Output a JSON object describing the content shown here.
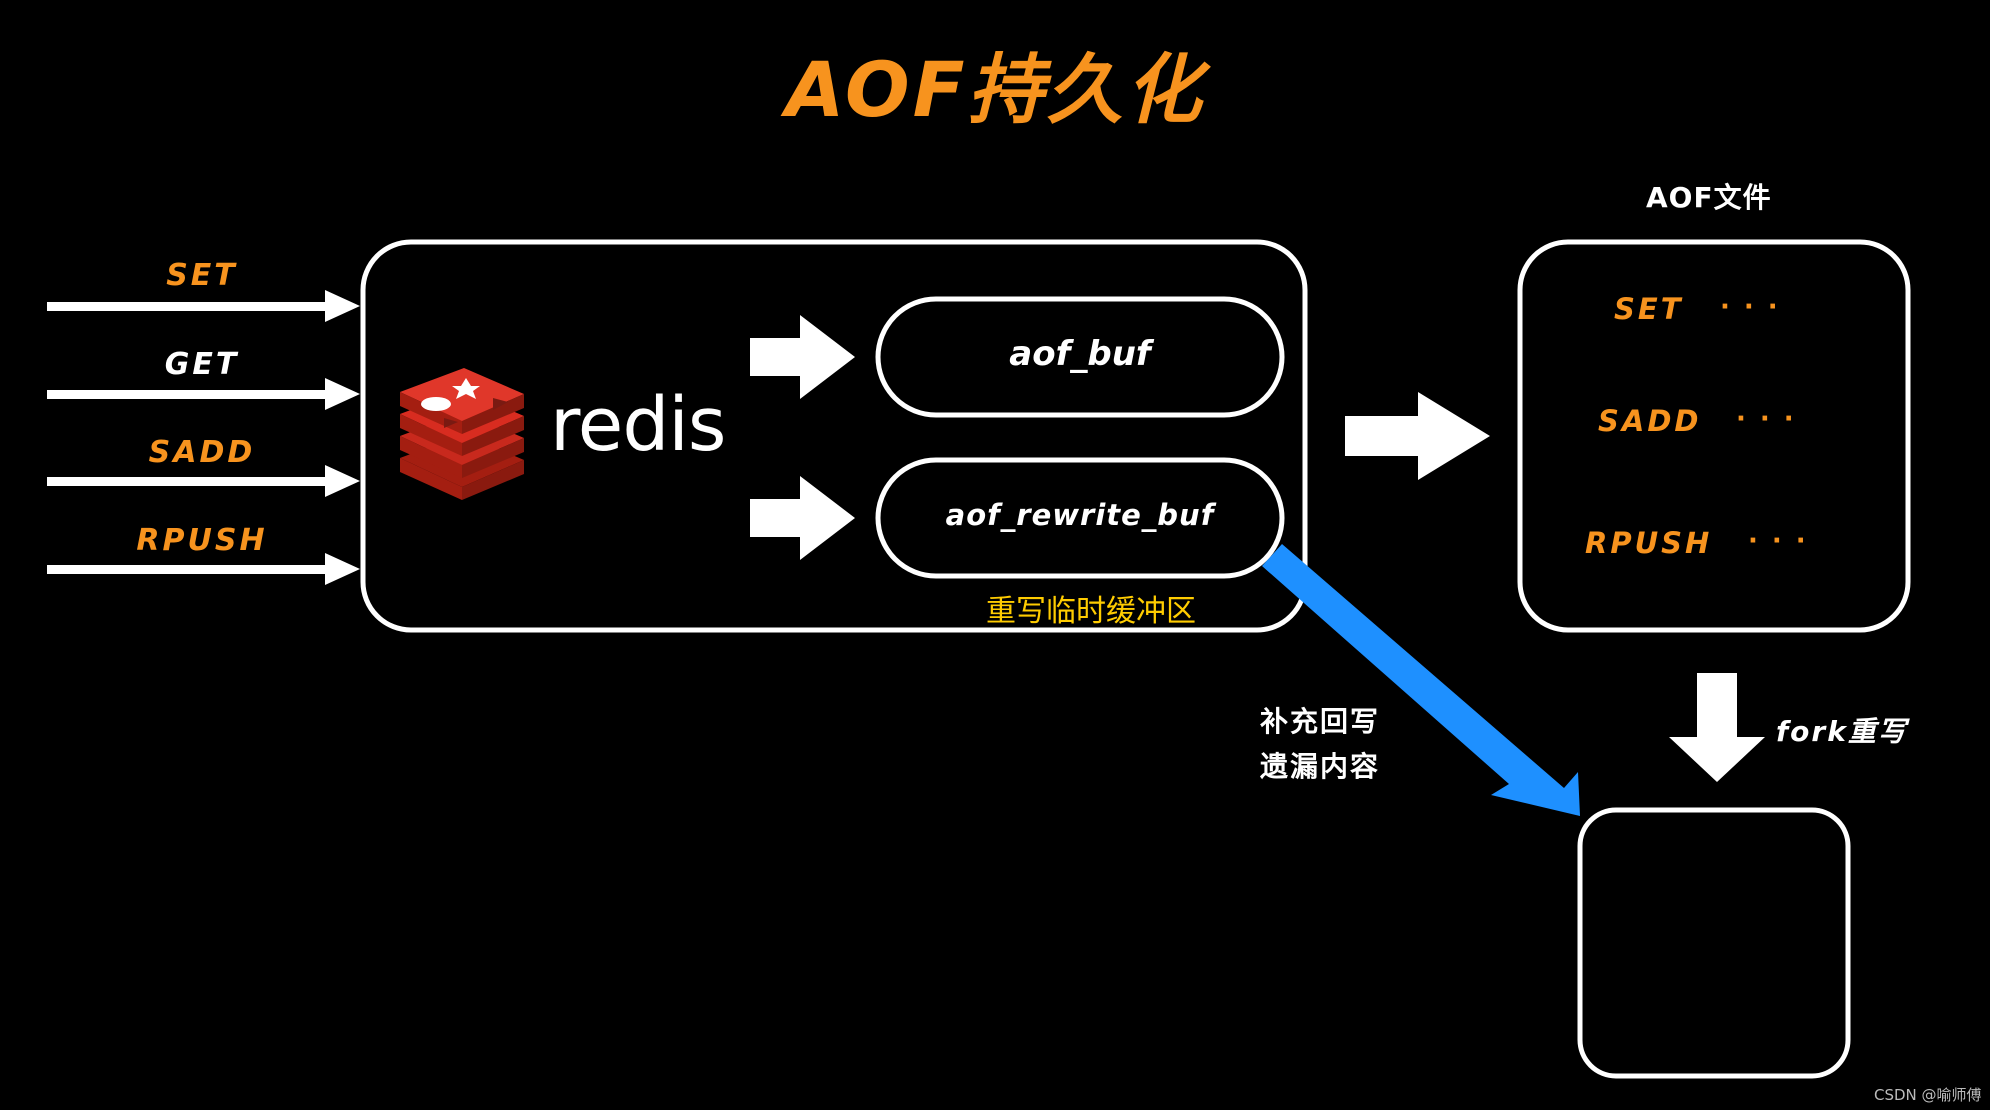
{
  "title": "AOF持久化",
  "inputs": [
    "SET",
    "GET",
    "SADD",
    "RPUSH"
  ],
  "redis_label": "redis",
  "buffers": {
    "aof_buf": "aof_buf",
    "aof_rewrite_buf": "aof_rewrite_buf",
    "rewrite_note": "重写临时缓冲区"
  },
  "aof_file": {
    "title": "AOF文件",
    "lines": [
      {
        "cmd": "SET",
        "dots": "···"
      },
      {
        "cmd": "SADD",
        "dots": "···"
      },
      {
        "cmd": "RPUSH",
        "dots": "···"
      }
    ]
  },
  "fork_label": "fork重写",
  "supplement_label": [
    "补充回写",
    "遗漏内容"
  ],
  "watermark": "CSDN @喻师傅",
  "colors": {
    "orange": "#f7931e",
    "yellow": "#ffcc00",
    "blue_arrow": "#1e90ff",
    "redis_red": "#d82c20",
    "background": "#000000"
  }
}
